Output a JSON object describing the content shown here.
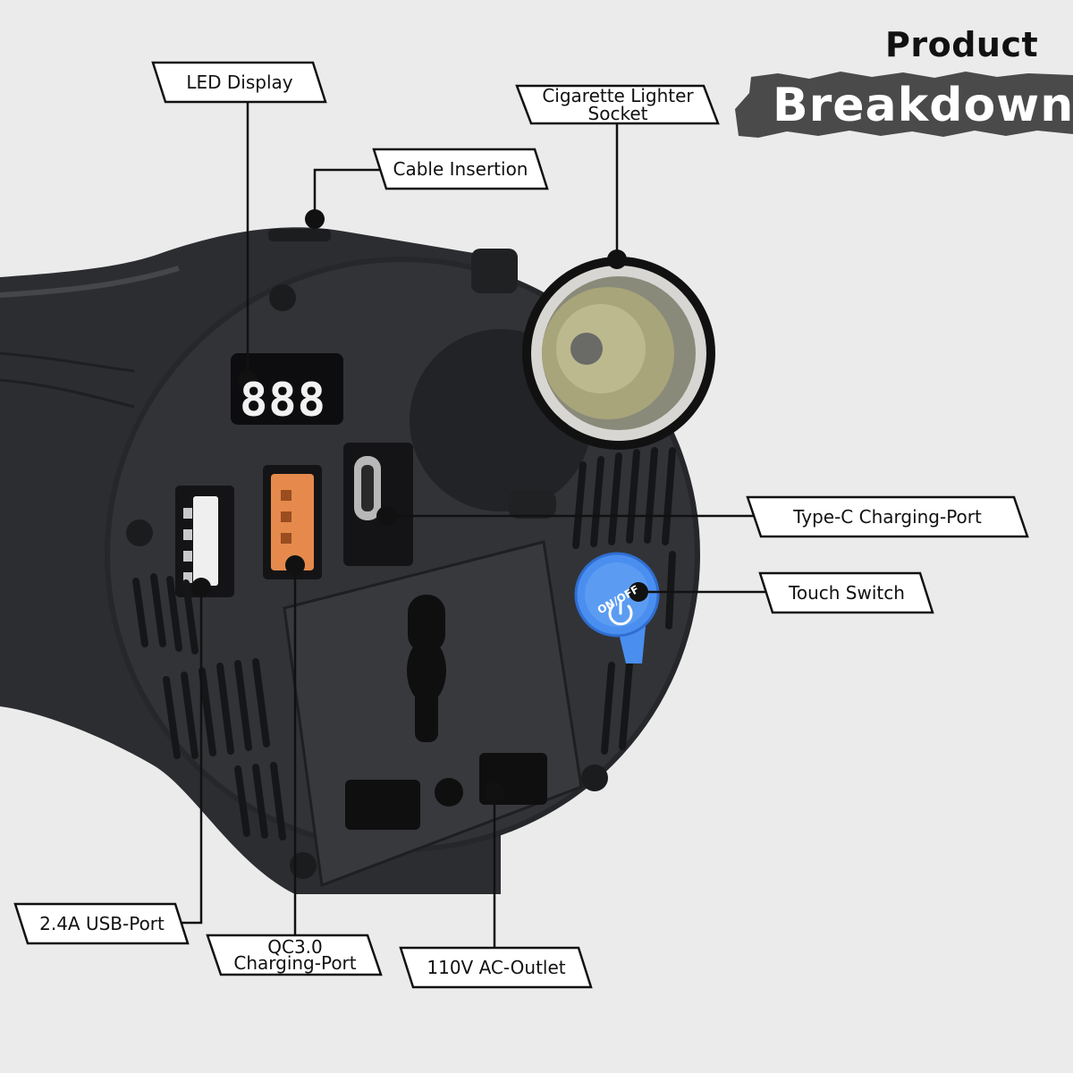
{
  "heading": {
    "line1": "Product",
    "line2": "Breakdown"
  },
  "colors": {
    "background": "#ebebeb",
    "body": "#2f3033",
    "panel": "#35363a",
    "accent_orange": "#e58a4c",
    "touch_blue": "#4a8ff0",
    "heading_band": "#4a4a4a"
  },
  "callouts": {
    "led_display": "LED Display",
    "cable_insertion": "Cable Insertion",
    "cigarette_lighter": [
      "Cigarette Lighter",
      "Socket"
    ],
    "type_c": "Type-C Charging-Port",
    "touch_switch": "Touch Switch",
    "usb_24a": "2.4A USB-Port",
    "qc30": [
      "QC3.0",
      "Charging-Port"
    ],
    "ac_outlet": "110V AC-Outlet"
  },
  "device": {
    "display_digits": "888",
    "switch_label": "ON/OFF",
    "power_icon": "power-icon"
  }
}
